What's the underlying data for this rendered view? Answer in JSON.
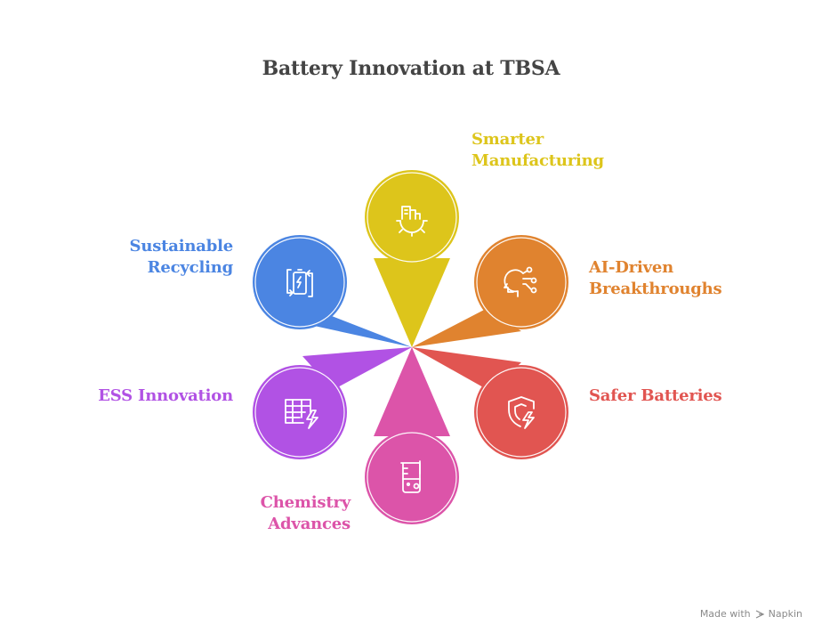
{
  "title": "Battery Innovation at TBSA",
  "items": [
    {
      "line1": "Smarter",
      "line2": "Manufacturing",
      "color": "#DDC51B",
      "icon": "factory-gear-icon"
    },
    {
      "line1": "AI-Driven",
      "line2": "Breakthroughs",
      "color": "#E0832F",
      "icon": "ai-head-circuit-icon"
    },
    {
      "line1": "Safer Batteries",
      "line2": "",
      "color": "#E15551",
      "icon": "shield-bolt-icon"
    },
    {
      "line1": "Chemistry",
      "line2": "Advances",
      "color": "#DC54A9",
      "icon": "beaker-icon"
    },
    {
      "line1": "ESS Innovation",
      "line2": "",
      "color": "#B152E4",
      "icon": "grid-bolt-icon"
    },
    {
      "line1": "Sustainable",
      "line2": "Recycling",
      "color": "#4B85E2",
      "icon": "battery-recycle-icon"
    }
  ],
  "watermark": {
    "prefix": "Made with",
    "brand": "Napkin"
  }
}
